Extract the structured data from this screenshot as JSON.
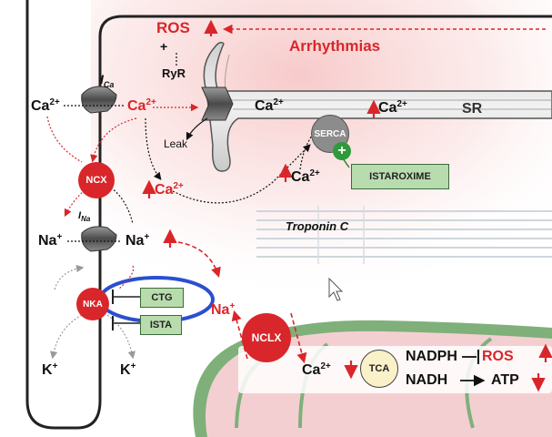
{
  "labels": {
    "ros_top": "ROS",
    "arrhythmias": "Arrhythmias",
    "plus": "+",
    "ryr": "RyR",
    "ica_main": "I",
    "ica_sub": "Ca",
    "ca_out": "Ca",
    "ca_in": "Ca",
    "leak": "Leak",
    "ca_sr_junction": "Ca",
    "ca_sr": "Ca",
    "sr": "SR",
    "serca": "SERCA",
    "serca_plus": "+",
    "istaroxime": "ISTAROXIME",
    "ca_cyto_left": "Ca",
    "ca_cyto_right": "Ca",
    "troponin": "Troponin C",
    "ncx": "NCX",
    "ina_main": "I",
    "ina_sub": "Na",
    "na_out": "Na",
    "na_in": "Na",
    "nka": "NKA",
    "ctg": "CTG",
    "ista": "ISTA",
    "na_mito": "Na",
    "nclx": "NCLX",
    "ca_mito": "Ca",
    "tca": "TCA",
    "nadph": "NADPH",
    "ros_mito": "ROS",
    "nadh": "NADH",
    "atp": "ATP",
    "k_out": "K",
    "k_in": "K",
    "sup_2plus": "2+",
    "sup_plus": "+"
  },
  "colors": {
    "red": "#d9262a",
    "membrane": "#222222",
    "green_box": "#b9dcae",
    "mito_fill": "#f4cfd2",
    "mito_outer": "#7fb07a",
    "annotation_oval": "#2b4fd1",
    "gray_channel": "#6e6e6e"
  }
}
